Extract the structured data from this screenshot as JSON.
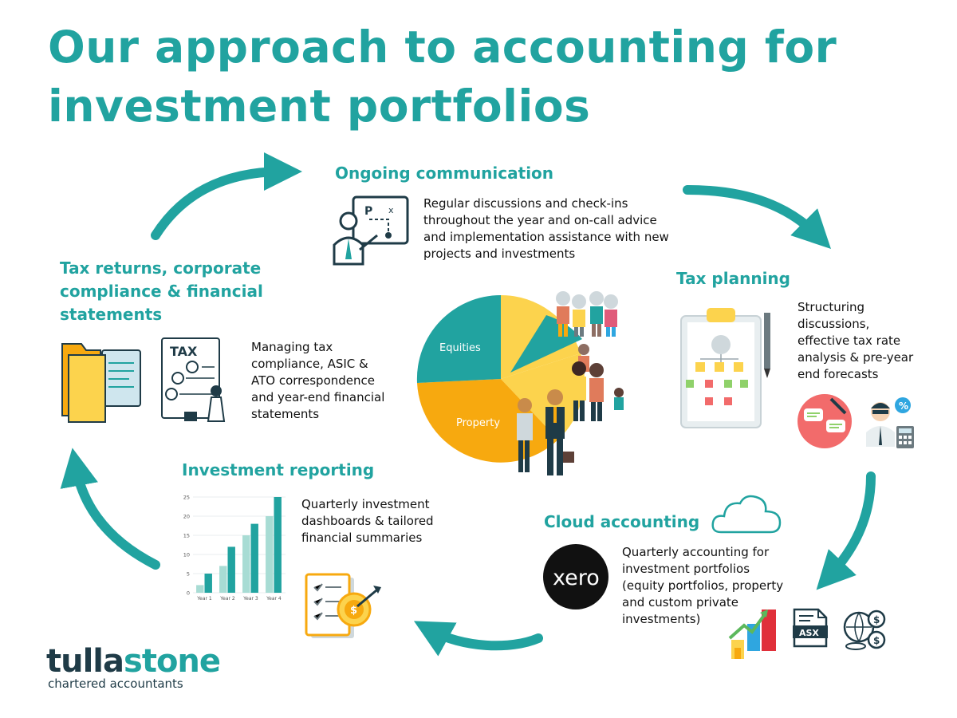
{
  "title": "Our approach to accounting for investment portfolios",
  "colors": {
    "teal": "#21a3a0",
    "dark": "#1f3b47",
    "yellow": "#fcd34d",
    "orange": "#f7a90f"
  },
  "sections": {
    "communication": {
      "heading": "Ongoing communication",
      "body": "Regular discussions and check-ins throughout the year and on-call advice and implementation assistance with new projects and investments"
    },
    "tax_planning": {
      "heading": "Tax planning",
      "body": "Structuring discussions, effective tax rate analysis & pre-year end forecasts"
    },
    "cloud": {
      "heading": "Cloud accounting",
      "body": "Quarterly accounting for investment portfolios (equity portfolios, property and custom private investments)",
      "xero_label": "xero",
      "asx_label": "ASX"
    },
    "reporting": {
      "heading": "Investment reporting",
      "body": "Quarterly investment dashboards & tailored financial summaries"
    },
    "tax_returns": {
      "heading": "Tax returns, corporate compliance & financial statements",
      "body": "Managing tax compliance, ASIC & ATO correspondence and year-end financial statements",
      "tax_doc_label": "TAX"
    }
  },
  "pie": {
    "labels": {
      "equities": "Equities",
      "property": "Property"
    }
  },
  "chart_data": {
    "type": "bar",
    "categories": [
      "Year 1",
      "Year 2",
      "Year 3",
      "Year 4"
    ],
    "series": [
      {
        "values": [
          2,
          7,
          15,
          20
        ]
      },
      {
        "values": [
          5,
          12,
          18,
          25
        ]
      }
    ],
    "yticks": [
      0,
      5,
      10,
      15,
      20,
      25
    ],
    "ylim": [
      0,
      25
    ],
    "colors": [
      "#a8dcd4",
      "#21a3a0"
    ]
  },
  "logo": {
    "word_main": "tulla",
    "word_accent": "stone",
    "tagline": "chartered accountants"
  }
}
